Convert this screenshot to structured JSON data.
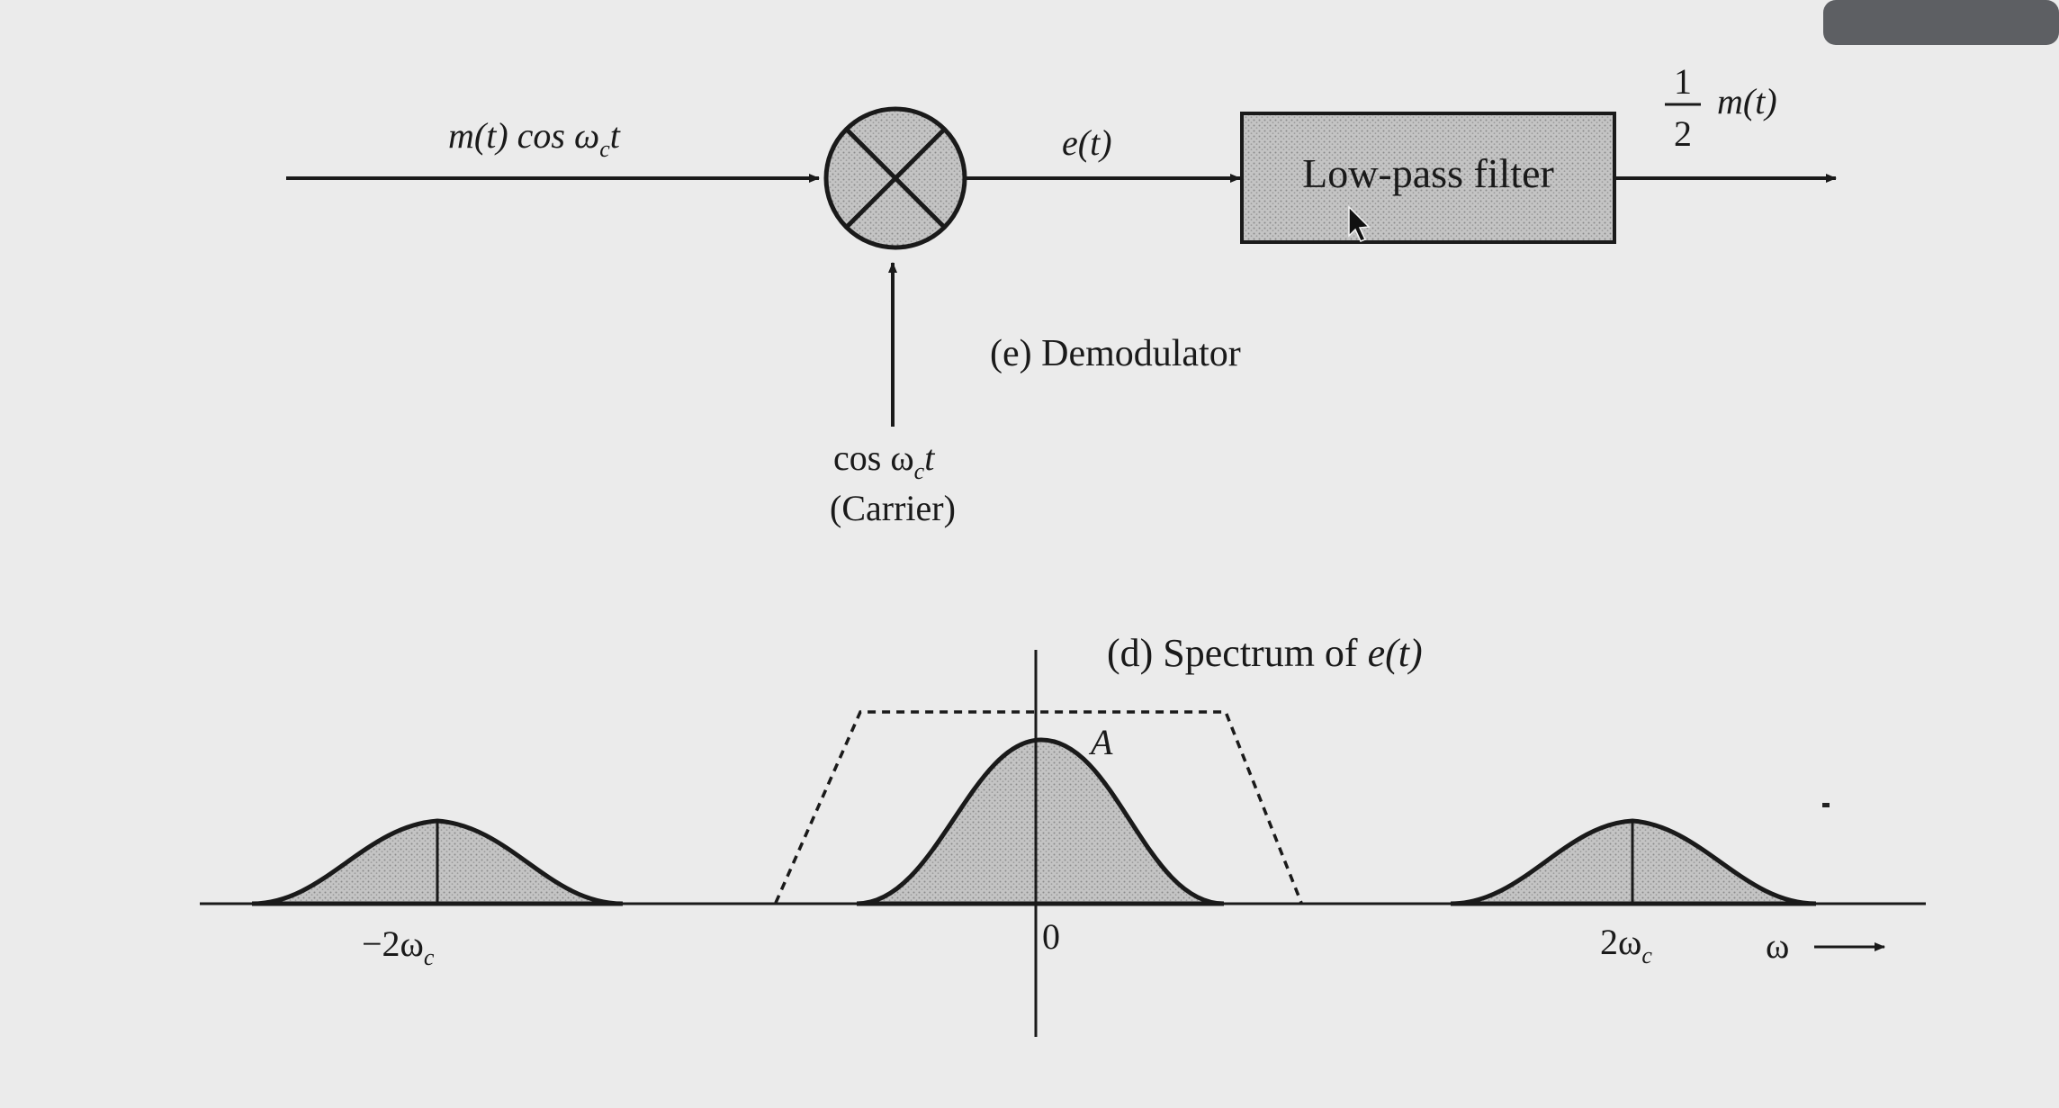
{
  "demodulator": {
    "input_label": {
      "pre": "m(t) cos ω",
      "sub": "c",
      "post": "t"
    },
    "mixer_output_label": "e(t)",
    "filter_label": "Low-pass filter",
    "output_label": {
      "fraction_num": "1",
      "fraction_den": "2",
      "signal": "m(t)"
    },
    "carrier_label": {
      "pre": "cos ω",
      "sub": "c",
      "post": "t",
      "second_line": "(Carrier)"
    },
    "caption": "(e) Demodulator"
  },
  "spectrum": {
    "caption": {
      "pre": "(d) Spectrum of ",
      "signal": "e(t)"
    },
    "peak_label": "A",
    "ticks": [
      {
        "name": "tick-minus-2wc",
        "pre": "−2ω",
        "sub": "c"
      },
      {
        "name": "tick-zero",
        "pre": "0",
        "sub": ""
      },
      {
        "name": "tick-plus-2wc",
        "pre": "2ω",
        "sub": "c"
      }
    ],
    "axis_label": "ω"
  },
  "colors": {
    "background": "#ebebeb",
    "ink": "#1a1a1a",
    "stipple": "#bdbdbd",
    "window_bar": "#5d5f63"
  }
}
